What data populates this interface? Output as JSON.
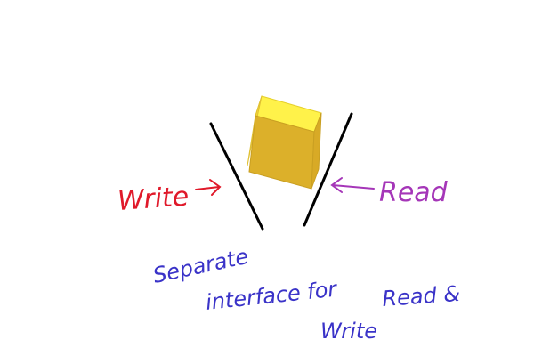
{
  "labels": {
    "write": "Write",
    "read": "Read",
    "caption_line1": "Separate",
    "caption_line2": "interface for",
    "caption_line3": "Read &",
    "caption_line4": "Write"
  },
  "colors": {
    "write": "#e0192a",
    "read": "#a536b8",
    "caption": "#3a33c8",
    "lines": "#000000",
    "cube_top": "#fff24a",
    "cube_left": "#f2d43a",
    "cube_front": "#dcb02a"
  }
}
